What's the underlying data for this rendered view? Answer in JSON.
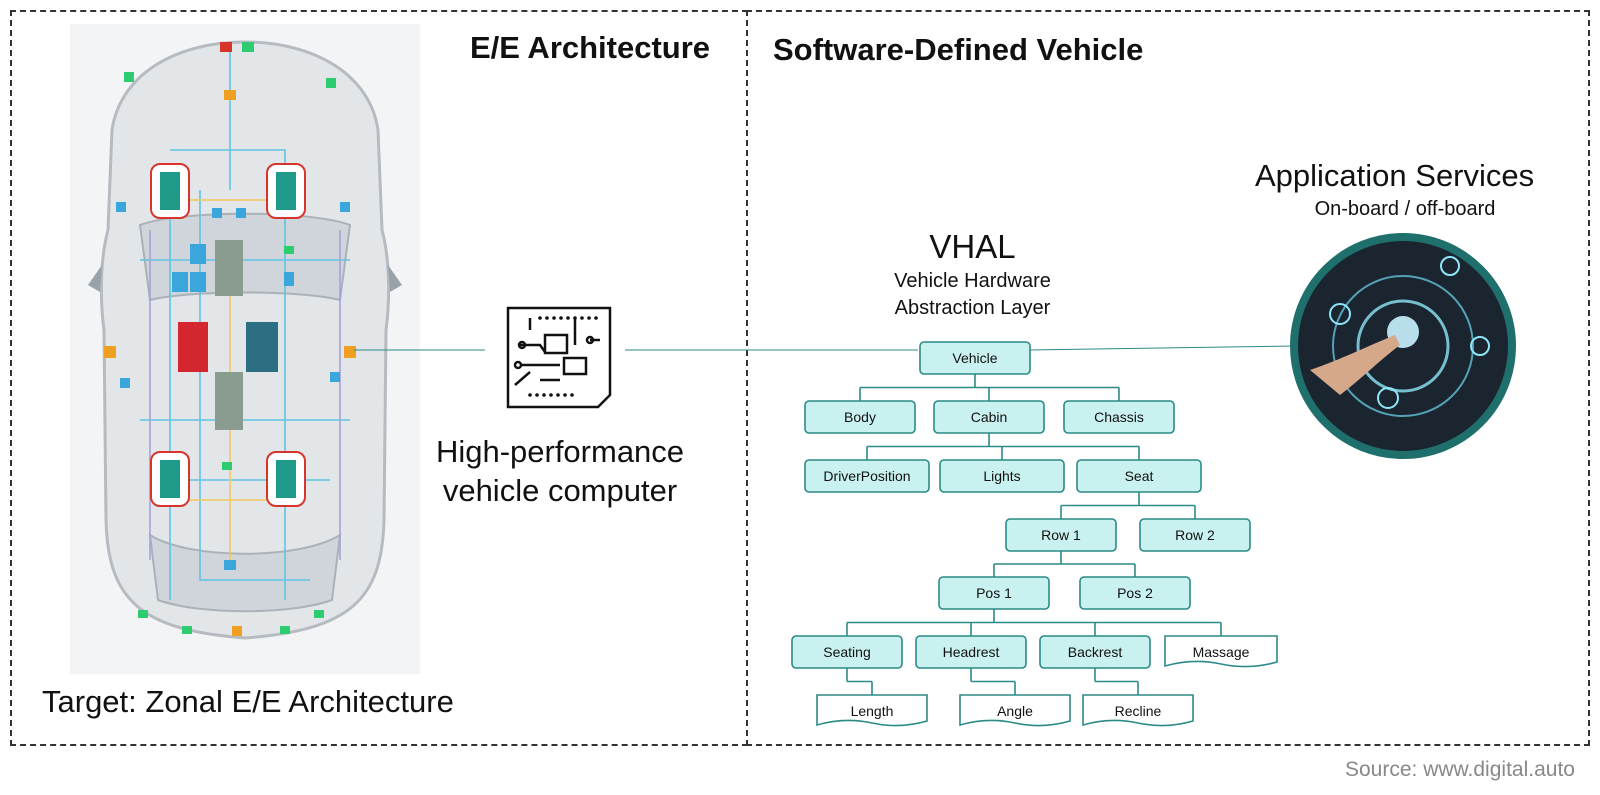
{
  "left_panel": {
    "title": "E/E Architecture",
    "caption": "Target: Zonal E/E Architecture"
  },
  "hpc": {
    "label": "High-performance vehicle computer",
    "icon": "circuit-board-icon"
  },
  "right_panel": {
    "title": "Software-Defined Vehicle"
  },
  "vhal": {
    "title": "VHAL",
    "subtitle": "Vehicle Hardware Abstraction Layer"
  },
  "app_services": {
    "title": "Application Services",
    "subtitle": "On-board / off-board"
  },
  "tree": {
    "nodes": [
      {
        "id": "vehicle",
        "label": "Vehicle",
        "parent": null
      },
      {
        "id": "body",
        "label": "Body",
        "parent": "vehicle"
      },
      {
        "id": "cabin",
        "label": "Cabin",
        "parent": "vehicle"
      },
      {
        "id": "chassis",
        "label": "Chassis",
        "parent": "vehicle"
      },
      {
        "id": "driverposition",
        "label": "DriverPosition",
        "parent": "cabin"
      },
      {
        "id": "lights",
        "label": "Lights",
        "parent": "cabin"
      },
      {
        "id": "seat",
        "label": "Seat",
        "parent": "cabin"
      },
      {
        "id": "row1",
        "label": "Row 1",
        "parent": "seat"
      },
      {
        "id": "row2",
        "label": "Row 2",
        "parent": "seat"
      },
      {
        "id": "pos1",
        "label": "Pos 1",
        "parent": "row1"
      },
      {
        "id": "pos2",
        "label": "Pos 2",
        "parent": "row1"
      },
      {
        "id": "seating",
        "label": "Seating",
        "parent": "pos1"
      },
      {
        "id": "headrest",
        "label": "Headrest",
        "parent": "pos1"
      },
      {
        "id": "backrest",
        "label": "Backrest",
        "parent": "pos1"
      },
      {
        "id": "massage",
        "label": "Massage",
        "parent": "pos1",
        "kind": "leaf"
      },
      {
        "id": "length",
        "label": "Length",
        "parent": "seating",
        "kind": "leaf"
      },
      {
        "id": "angle",
        "label": "Angle",
        "parent": "headrest",
        "kind": "leaf"
      },
      {
        "id": "recline",
        "label": "Recline",
        "parent": "backrest",
        "kind": "leaf"
      }
    ]
  },
  "colors": {
    "node_fill": "#c9f1ef",
    "node_stroke": "#2b8a86",
    "ring": "#1f6f6c",
    "zone_box": "#d9342b"
  },
  "source": "Source: www.digital.auto"
}
